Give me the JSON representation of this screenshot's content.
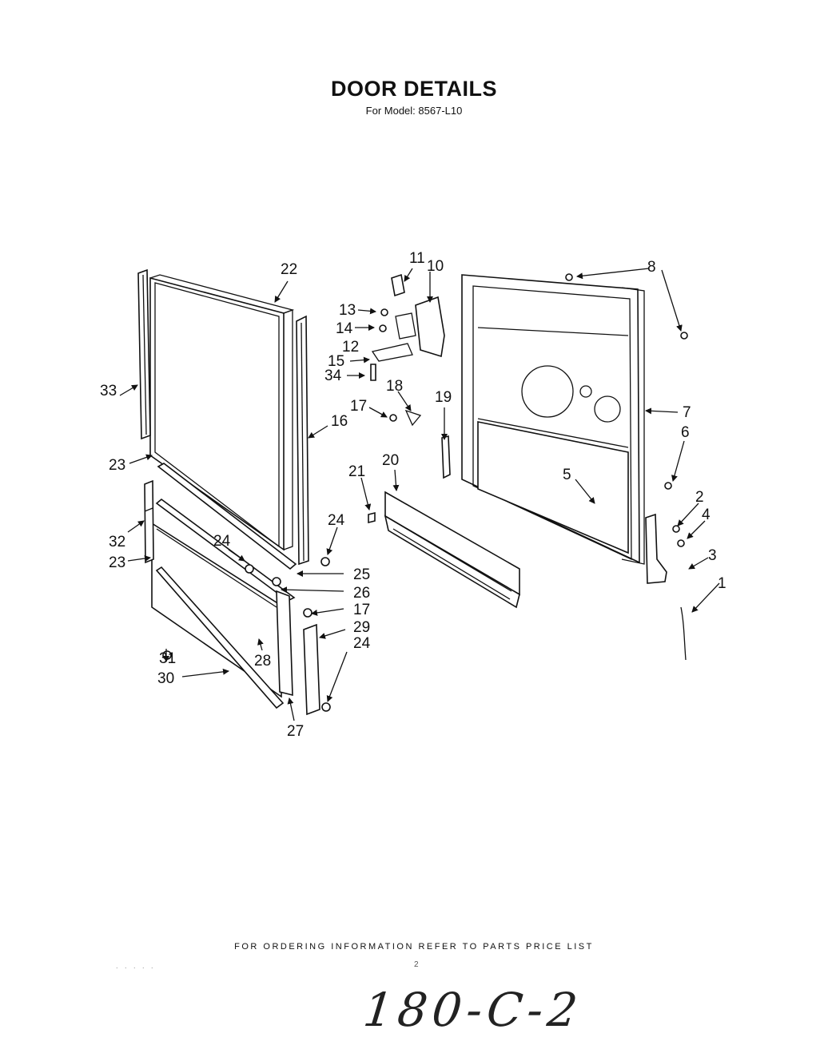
{
  "header": {
    "title": "DOOR DETAILS",
    "subtitle": "For Model: 8567-L10"
  },
  "callouts": [
    {
      "id": "c22",
      "label": "22"
    },
    {
      "id": "c33",
      "label": "33"
    },
    {
      "id": "c23a",
      "label": "23"
    },
    {
      "id": "c32",
      "label": "32"
    },
    {
      "id": "c23b",
      "label": "23"
    },
    {
      "id": "c24a",
      "label": "24"
    },
    {
      "id": "c31",
      "label": "31"
    },
    {
      "id": "c30",
      "label": "30"
    },
    {
      "id": "c28",
      "label": "28"
    },
    {
      "id": "c27",
      "label": "27"
    },
    {
      "id": "c16",
      "label": "16"
    },
    {
      "id": "c24b",
      "label": "24"
    },
    {
      "id": "c25",
      "label": "25"
    },
    {
      "id": "c26",
      "label": "26"
    },
    {
      "id": "c17a",
      "label": "17"
    },
    {
      "id": "c29",
      "label": "29"
    },
    {
      "id": "c24c",
      "label": "24"
    },
    {
      "id": "c11",
      "label": "11"
    },
    {
      "id": "c10",
      "label": "10"
    },
    {
      "id": "c13",
      "label": "13"
    },
    {
      "id": "c14",
      "label": "14"
    },
    {
      "id": "c12",
      "label": "12"
    },
    {
      "id": "c15",
      "label": "15"
    },
    {
      "id": "c34",
      "label": "34"
    },
    {
      "id": "c17b",
      "label": "17"
    },
    {
      "id": "c18",
      "label": "18"
    },
    {
      "id": "c19",
      "label": "19"
    },
    {
      "id": "c21",
      "label": "21"
    },
    {
      "id": "c20",
      "label": "20"
    },
    {
      "id": "c8",
      "label": "8"
    },
    {
      "id": "c7",
      "label": "7"
    },
    {
      "id": "c6",
      "label": "6"
    },
    {
      "id": "c5",
      "label": "5"
    },
    {
      "id": "c2",
      "label": "2"
    },
    {
      "id": "c4",
      "label": "4"
    },
    {
      "id": "c3",
      "label": "3"
    },
    {
      "id": "c1",
      "label": "1"
    }
  ],
  "footer": {
    "note": "FOR ORDERING INFORMATION REFER TO PARTS PRICE LIST",
    "page_number": "2",
    "scan_marks": ". . . . .",
    "handwritten": "180-C-2"
  }
}
